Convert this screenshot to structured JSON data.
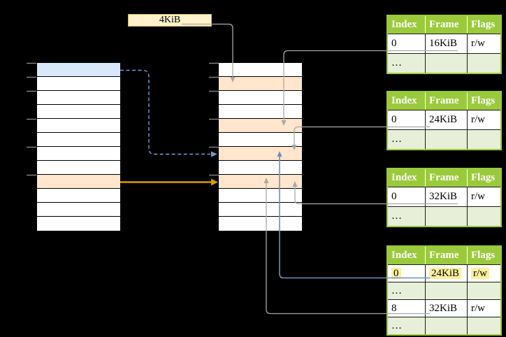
{
  "size_label": "4KiB",
  "memory": {
    "left_rows": [
      "blue",
      "white",
      "white",
      "white",
      "white",
      "white",
      "white",
      "white",
      "orange",
      "white",
      "white",
      "white"
    ],
    "middle_rows": [
      "white",
      "orange",
      "white",
      "white",
      "orange",
      "white",
      "orange",
      "white",
      "orange",
      "white",
      "white",
      "white"
    ],
    "tick_ys": [
      90,
      110,
      130,
      170,
      210,
      250
    ]
  },
  "page_tables": [
    {
      "headers": [
        "Index",
        "Frame",
        "Flags"
      ],
      "rows": [
        {
          "cells": [
            "0",
            "16KiB",
            "r/w"
          ],
          "tone": "plain",
          "highlight": false
        },
        {
          "cells": [
            "…",
            "",
            ""
          ],
          "tone": "green",
          "highlight": false
        }
      ]
    },
    {
      "headers": [
        "Index",
        "Frame",
        "Flags"
      ],
      "rows": [
        {
          "cells": [
            "0",
            "24KiB",
            "r/w"
          ],
          "tone": "plain",
          "highlight": false
        },
        {
          "cells": [
            "…",
            "",
            ""
          ],
          "tone": "green",
          "highlight": false
        }
      ]
    },
    {
      "headers": [
        "Index",
        "Frame",
        "Flags"
      ],
      "rows": [
        {
          "cells": [
            "0",
            "32KiB",
            "r/w"
          ],
          "tone": "plain",
          "highlight": false
        },
        {
          "cells": [
            "…",
            "",
            ""
          ],
          "tone": "green",
          "highlight": false
        }
      ]
    },
    {
      "headers": [
        "Index",
        "Frame",
        "Flags"
      ],
      "rows": [
        {
          "cells": [
            "0",
            "24KiB",
            "r/w"
          ],
          "tone": "plain",
          "highlight": true
        },
        {
          "cells": [
            "…",
            "",
            ""
          ],
          "tone": "green",
          "highlight": false
        },
        {
          "cells": [
            "8",
            "32KiB",
            "r/w"
          ],
          "tone": "plain",
          "highlight": false
        },
        {
          "cells": [
            "…",
            "",
            ""
          ],
          "tone": "green",
          "highlight": false
        }
      ]
    }
  ],
  "colors": {
    "background": "#000000",
    "page_blue": "#dae8fc",
    "frame_orange": "#ffe6cc",
    "label_fill": "#fff2cc",
    "label_stroke": "#d6b656",
    "table_green": "#9aca3c",
    "table_green_light": "#e7efd9",
    "highlight_yellow": "#fbf0a0",
    "line_gray": "#a8a8a8",
    "tick_gray": "#848484",
    "line_blue": "#6c8ebf",
    "dash_blue": "#7b9cd1",
    "line_orange": "#d79b00",
    "border_black": "#000000"
  }
}
